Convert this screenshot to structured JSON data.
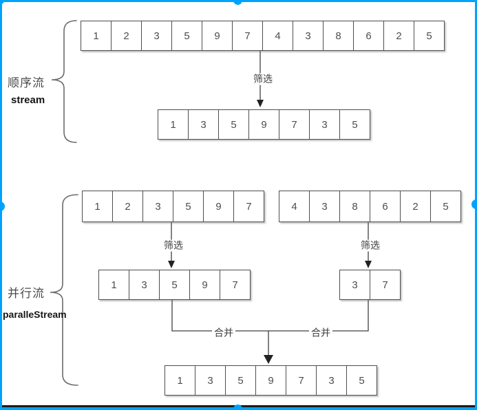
{
  "colors": {
    "selection_accent": "#00a2ff",
    "box_border": "#4d4d4d",
    "number_text": "#4d4d4d",
    "connector": "#3f3f3f",
    "bottom_bar": "#1a1a1a"
  },
  "sequential": {
    "label_cn": "顺序流",
    "label_en": "stream",
    "source": [
      "1",
      "2",
      "3",
      "5",
      "9",
      "7",
      "4",
      "3",
      "8",
      "6",
      "2",
      "5"
    ],
    "filter_label": "筛选",
    "result": [
      "1",
      "3",
      "5",
      "9",
      "7",
      "3",
      "5"
    ]
  },
  "parallel": {
    "label_cn": "并行流",
    "label_en": "paralleStream",
    "left_source": [
      "1",
      "2",
      "3",
      "5",
      "9",
      "7"
    ],
    "right_source": [
      "4",
      "3",
      "8",
      "6",
      "2",
      "5"
    ],
    "filter_label_left": "筛选",
    "filter_label_right": "筛选",
    "left_result": [
      "1",
      "3",
      "5",
      "9",
      "7"
    ],
    "right_result": [
      "3",
      "7"
    ],
    "merge_label_left": "合并",
    "merge_label_right": "合并",
    "final": [
      "1",
      "3",
      "5",
      "9",
      "7",
      "3",
      "5"
    ]
  }
}
